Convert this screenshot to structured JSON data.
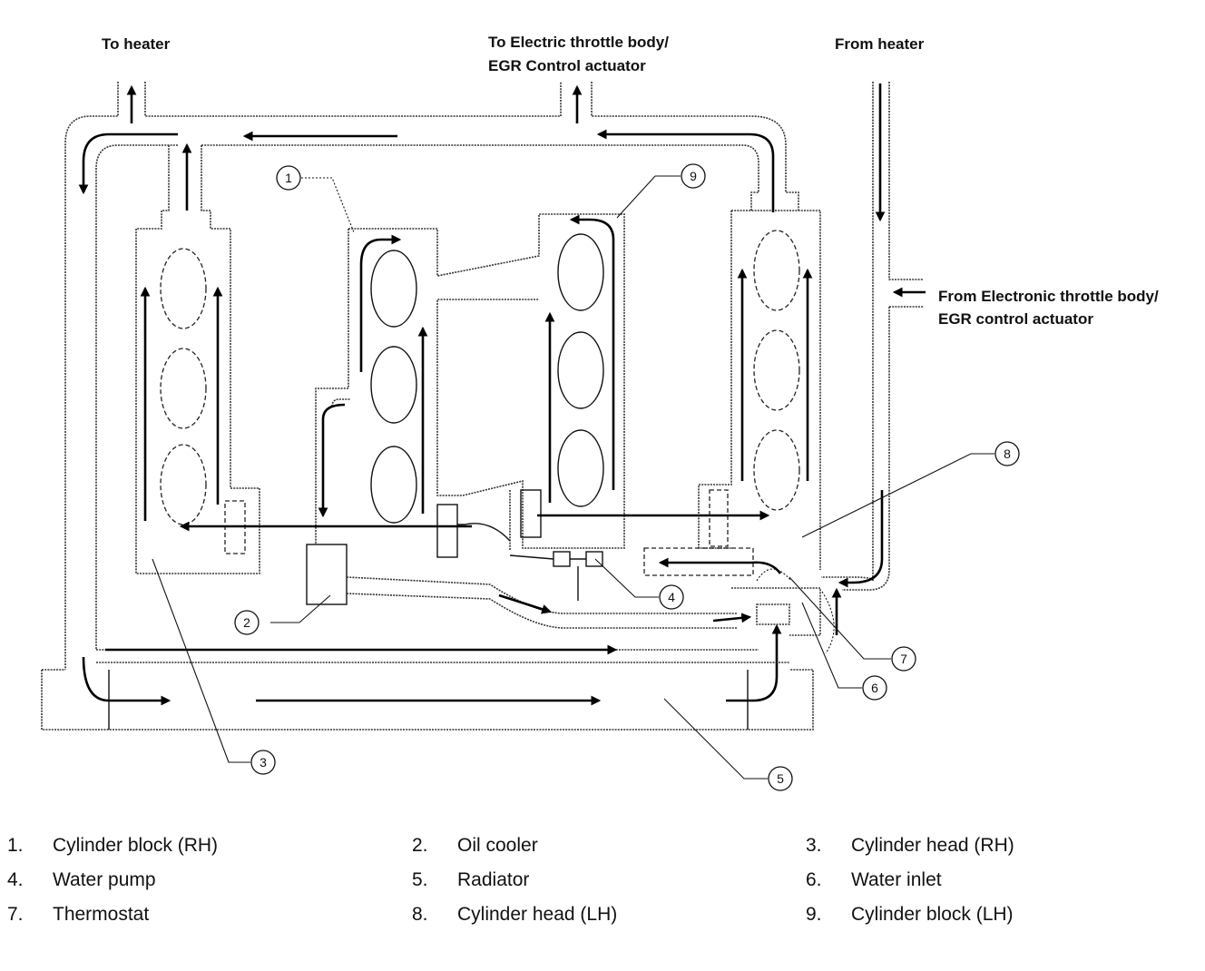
{
  "labels": {
    "to_heater": "To heater",
    "to_etb_line1": "To Electric throttle body/",
    "to_etb_line2": "EGR Control actuator",
    "from_heater": "From heater",
    "from_etb_line1": "From Electronic throttle body/",
    "from_etb_line2": "EGR control actuator"
  },
  "callouts": [
    "1",
    "2",
    "3",
    "4",
    "5",
    "6",
    "7",
    "8",
    "9"
  ],
  "legend": [
    {
      "num": "1.",
      "text": "Cylinder block (RH)"
    },
    {
      "num": "2.",
      "text": "Oil cooler"
    },
    {
      "num": "3.",
      "text": "Cylinder head (RH)"
    },
    {
      "num": "4.",
      "text": "Water pump"
    },
    {
      "num": "5.",
      "text": "Radiator"
    },
    {
      "num": "6.",
      "text": "Water inlet"
    },
    {
      "num": "7.",
      "text": "Thermostat"
    },
    {
      "num": "8.",
      "text": "Cylinder head (LH)"
    },
    {
      "num": "9.",
      "text": "Cylinder block (LH)"
    }
  ]
}
